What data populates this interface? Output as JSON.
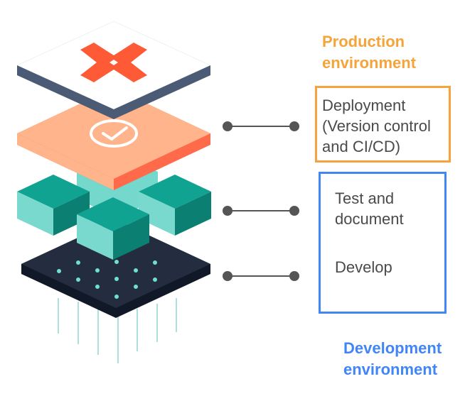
{
  "production": {
    "heading": "Production\nenvironment",
    "color": "#f5a43b",
    "deployment_label": "Deployment\n(Version control\nand CI/CD)"
  },
  "development": {
    "heading": "Development\nenvironment",
    "color": "#4285f4",
    "test_label": "Test and\ndocument",
    "develop_label": "Develop"
  },
  "layers": [
    {
      "name": "dbt logo layer",
      "icon": "dbt-logo-icon",
      "color": "#ff694b"
    },
    {
      "name": "deployment layer",
      "icon": "check-circle-icon",
      "color": "#ffb185"
    },
    {
      "name": "test blocks layer",
      "icon": "cube-block-icon",
      "color": "#0e9b8e"
    },
    {
      "name": "develop circuit layer",
      "icon": "circuit-board-icon",
      "color": "#1f2937"
    }
  ]
}
